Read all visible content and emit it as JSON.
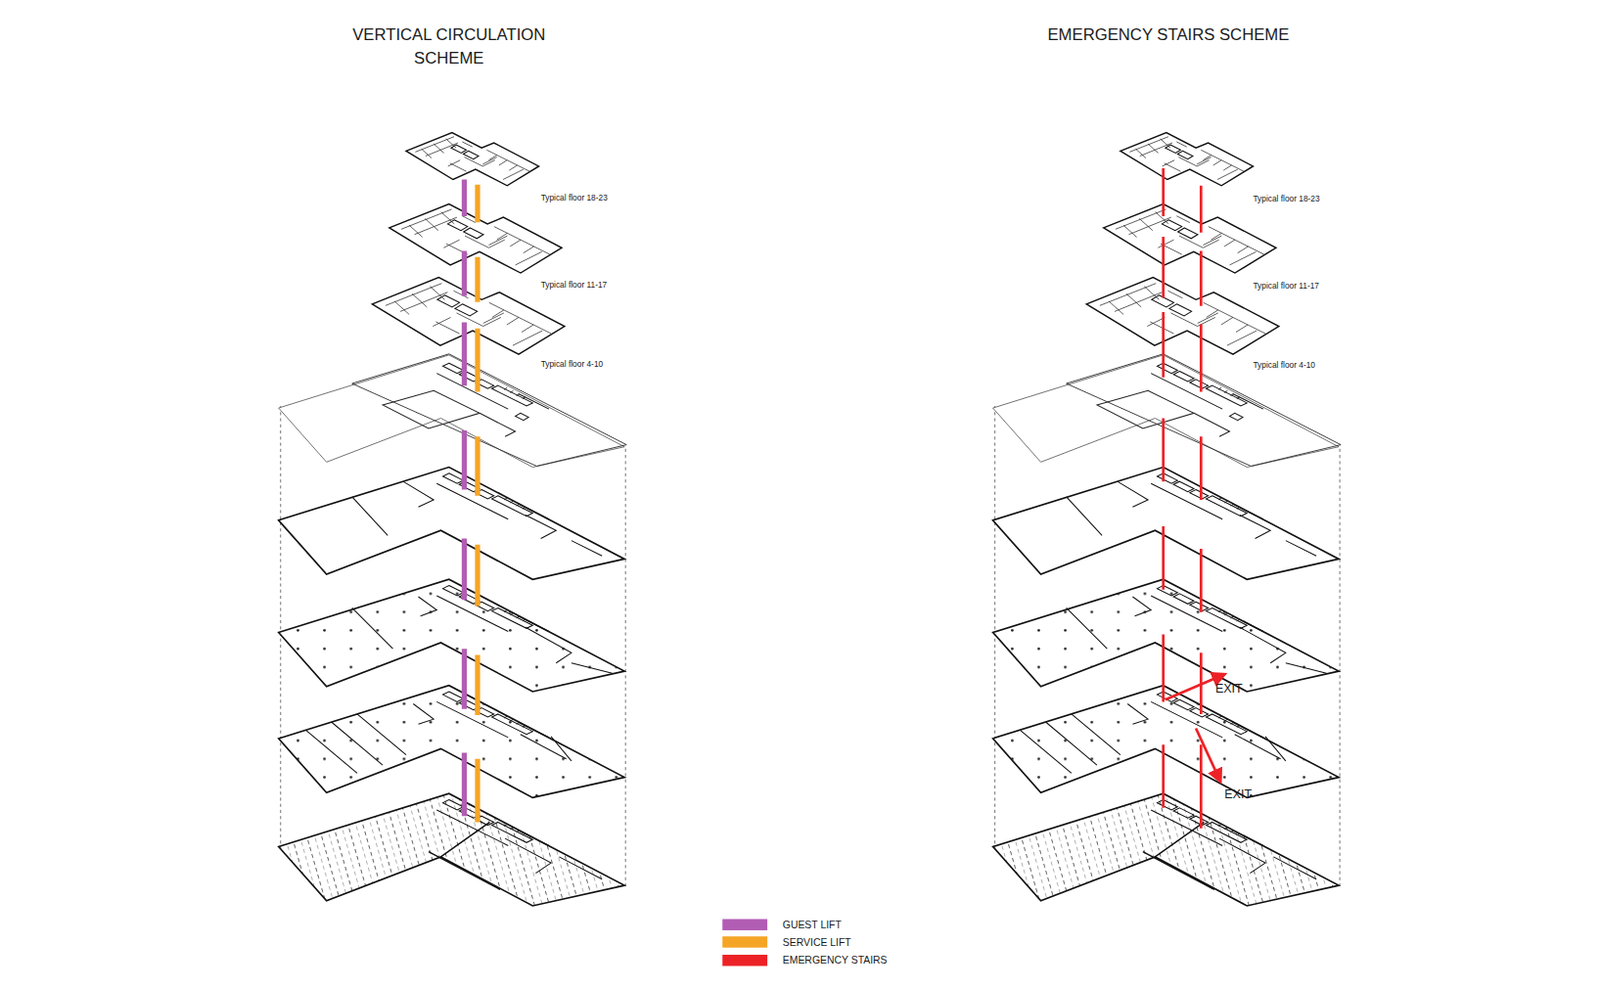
{
  "diagram": {
    "labels": [
      "VERTICAL CIRCULATION SCHEME",
      "EMERGENCY STAIRS SCHEME",
      "Typical floor 18-23",
      "Typical floor 11-17",
      "Typical floor 4-10",
      "Typical floor 18-23",
      "Typical floor 11-17",
      "Typical floor 4-10",
      "EXIT",
      "EXIT"
    ],
    "legend": [
      {
        "text": "GUEST LIFT",
        "color": "#b15db3"
      },
      {
        "text": "SERVICE LIFT",
        "color": "#f5a526"
      },
      {
        "text": "EMERGENCY STAIRS",
        "color": "#ec2227"
      }
    ]
  }
}
